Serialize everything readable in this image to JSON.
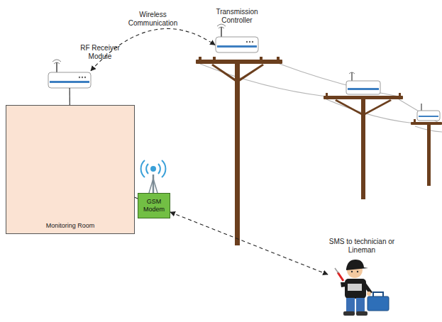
{
  "diagram": {
    "nodes": [
      {
        "text": [
          "Transmission Controller"
        ]
      },
      {
        "text": [
          "RF Receiver Module"
        ]
      },
      {
        "text": [
          "Monitoring Room"
        ]
      },
      {
        "text": [
          "GSM Modem"
        ]
      },
      {
        "text": [
          "SMS to technician or Lineman"
        ]
      }
    ],
    "edges": [
      {
        "from": 1,
        "to": 0,
        "label": "Wireless Communication",
        "arrow": "both"
      },
      {
        "from": 1,
        "to": 2,
        "arrow": "none"
      },
      {
        "from": 3,
        "to": 2,
        "arrow": "none"
      },
      {
        "from": 3,
        "to": 4,
        "arrow": "both"
      }
    ]
  }
}
